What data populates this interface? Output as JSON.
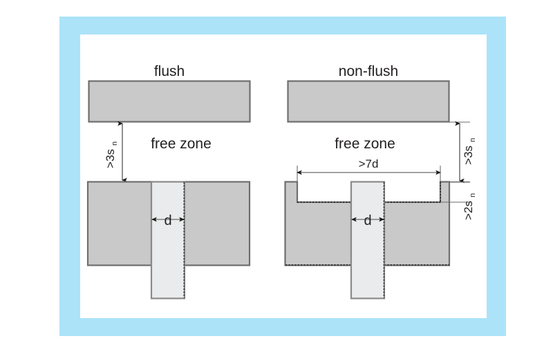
{
  "figure": {
    "frame_color": "#ace3f9",
    "background_color": "#ffffff",
    "block_fill": "#c9c9c9",
    "sensor_fill": "#e9ebec",
    "outline_color": "#6e6e6e",
    "text_color": "#231f20",
    "dim_line_color": "#6a6a6a"
  },
  "left": {
    "title": "flush",
    "free_zone_label": "free zone",
    "gap_dim": ">3s",
    "gap_dim_sub": "n",
    "diameter_label": "d"
  },
  "right": {
    "title": "non-flush",
    "free_zone_label": "free zone",
    "gap_dim": ">3s",
    "gap_dim_sub": "n",
    "recess_depth_dim": ">2s",
    "recess_depth_dim_sub": "n",
    "width_dim": ">7d",
    "diameter_label": "d"
  }
}
